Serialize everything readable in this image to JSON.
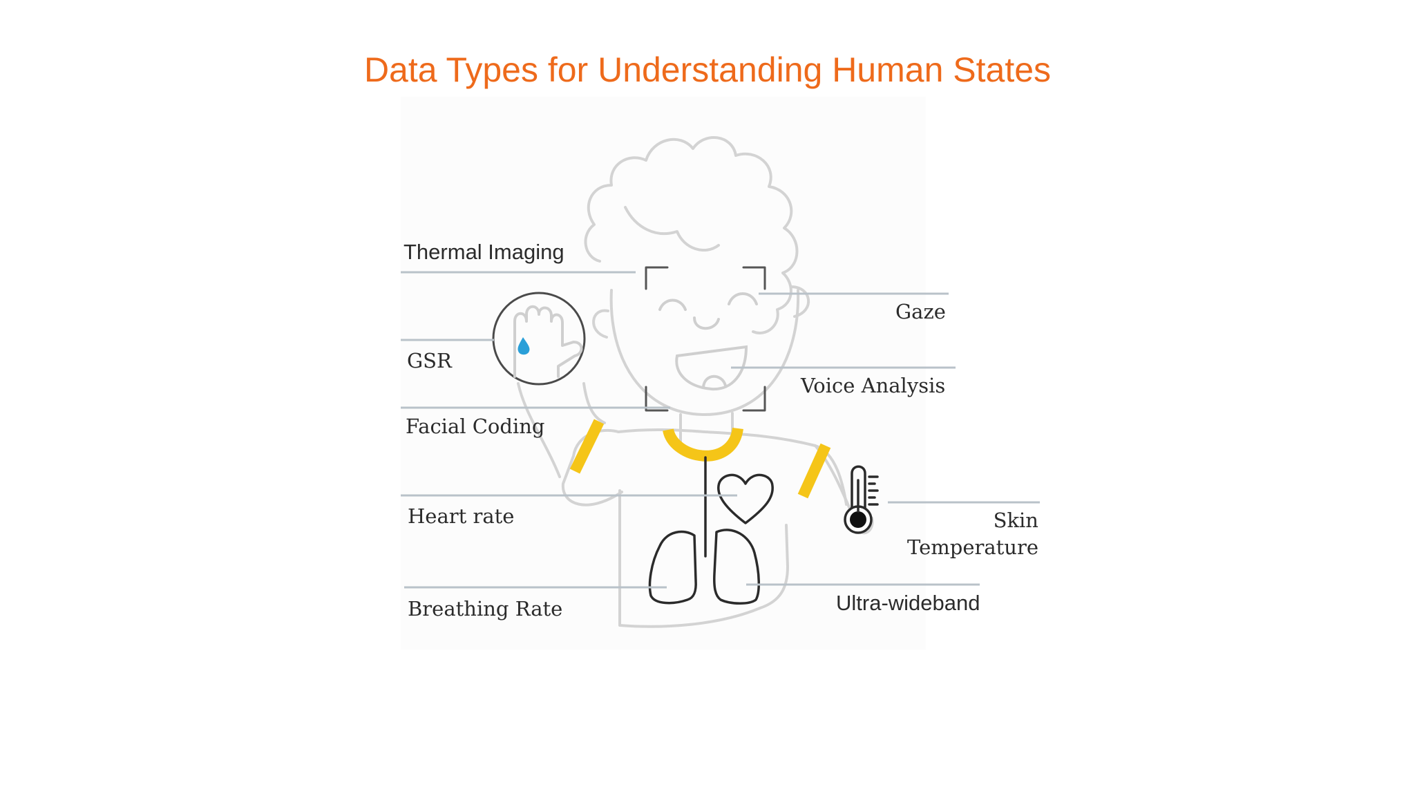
{
  "title": "Data Types for Understanding Human States",
  "labels": {
    "thermal_imaging": "Thermal Imaging",
    "gsr": "GSR",
    "facial_coding": "Facial Coding",
    "heart_rate": "Heart rate",
    "breathing_rate": "Breathing Rate",
    "gaze": "Gaze",
    "voice_analysis": "Voice Analysis",
    "skin_temperature_line1": "Skin",
    "skin_temperature_line2": "Temperature",
    "ultra_wideband": "Ultra-wideband"
  },
  "colors": {
    "title": "#EE6A1B",
    "accent_yellow": "#F5C518",
    "sweat_drop": "#2A9FD8",
    "outline_light": "#d3d3d3",
    "outline_dark": "#2b2b2b",
    "leader_line": "#b9c2c9"
  },
  "icons": [
    "hand-sweat-icon",
    "heart-icon",
    "lungs-icon",
    "thermometer-icon",
    "face-frame-icon"
  ]
}
